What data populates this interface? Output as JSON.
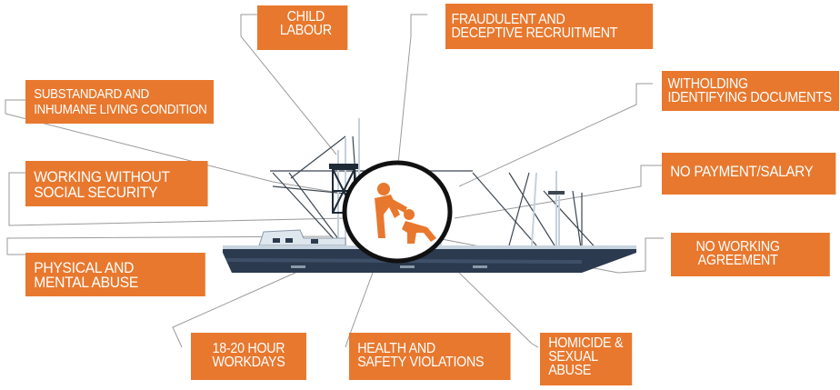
{
  "labels": {
    "child_labour": [
      "CHILD",
      "LABOUR"
    ],
    "fraudulent_recruitment": [
      "FRAUDULENT AND",
      "DECEPTIVE RECRUITMENT"
    ],
    "substandard_living": [
      "SUBSTANDARD AND",
      "INHUMANE LIVING CONDITION"
    ],
    "withholding_documents": [
      "WITHOLDING",
      "IDENTIFYING DOCUMENTS"
    ],
    "no_social_security": [
      "WORKING WITHOUT",
      "SOCIAL SECURITY"
    ],
    "no_payment": [
      "NO PAYMENT/SALARY"
    ],
    "no_working_agreement": [
      "NO WORKING",
      "AGREEMENT"
    ],
    "physical_mental_abuse": [
      "PHYSICAL AND",
      "MENTAL ABUSE"
    ],
    "long_workdays": [
      "18-20 HOUR",
      "WORKDAYS"
    ],
    "health_safety": [
      "HEALTH AND",
      "SAFETY VIOLATIONS"
    ],
    "homicide_abuse": [
      "HOMICIDE &",
      "SEXUAL",
      "ABUSE"
    ]
  },
  "colors": {
    "label_background": "#e8782e",
    "label_text": "#ffffff",
    "hull": "#2b3a4e",
    "hull_stripe": "#c7d3de",
    "superstructure": "#dfe7ee",
    "rigging": "#3c4650",
    "leader_line": "#9a9a9a",
    "circle_outline": "#111111",
    "figure": "#e8782e"
  },
  "icons": {
    "center_graphic": "child-labour-figures-icon",
    "vessel": "fishing-trawler-icon"
  }
}
